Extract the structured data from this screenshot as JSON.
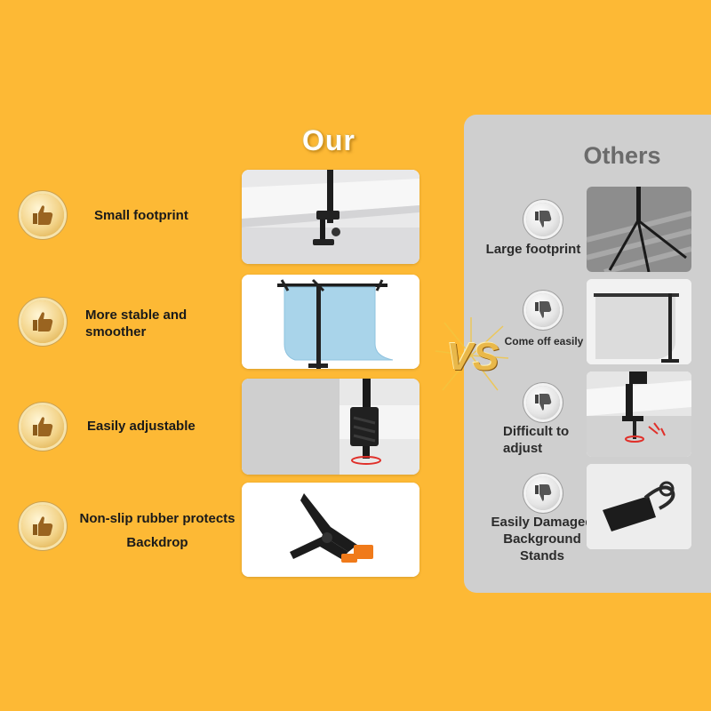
{
  "headers": {
    "ours": "Our",
    "others": "Others"
  },
  "ours": [
    {
      "label": "Small footprint"
    },
    {
      "label_line1": "More stable and",
      "label_line2": "smoother"
    },
    {
      "label": "Easily adjustable"
    },
    {
      "label_line1": "Non-slip rubber protects",
      "label_line2": "Backdrop"
    }
  ],
  "others": [
    {
      "label": "Large footprint"
    },
    {
      "label": "Come off easily"
    },
    {
      "label_line1": "Difficult to",
      "label_line2": "adjust"
    },
    {
      "label_line1": "Easily Damaged",
      "label_line2": "Background",
      "label_line3": "Stands"
    }
  ],
  "vs": "VS",
  "icons": {
    "ours": "thumbs-up-icon",
    "others": "thumbs-down-icon"
  },
  "colors": {
    "background": "#FDB935",
    "others_panel": "#CFCFCF",
    "clamp_accent": "#F07A1A"
  }
}
